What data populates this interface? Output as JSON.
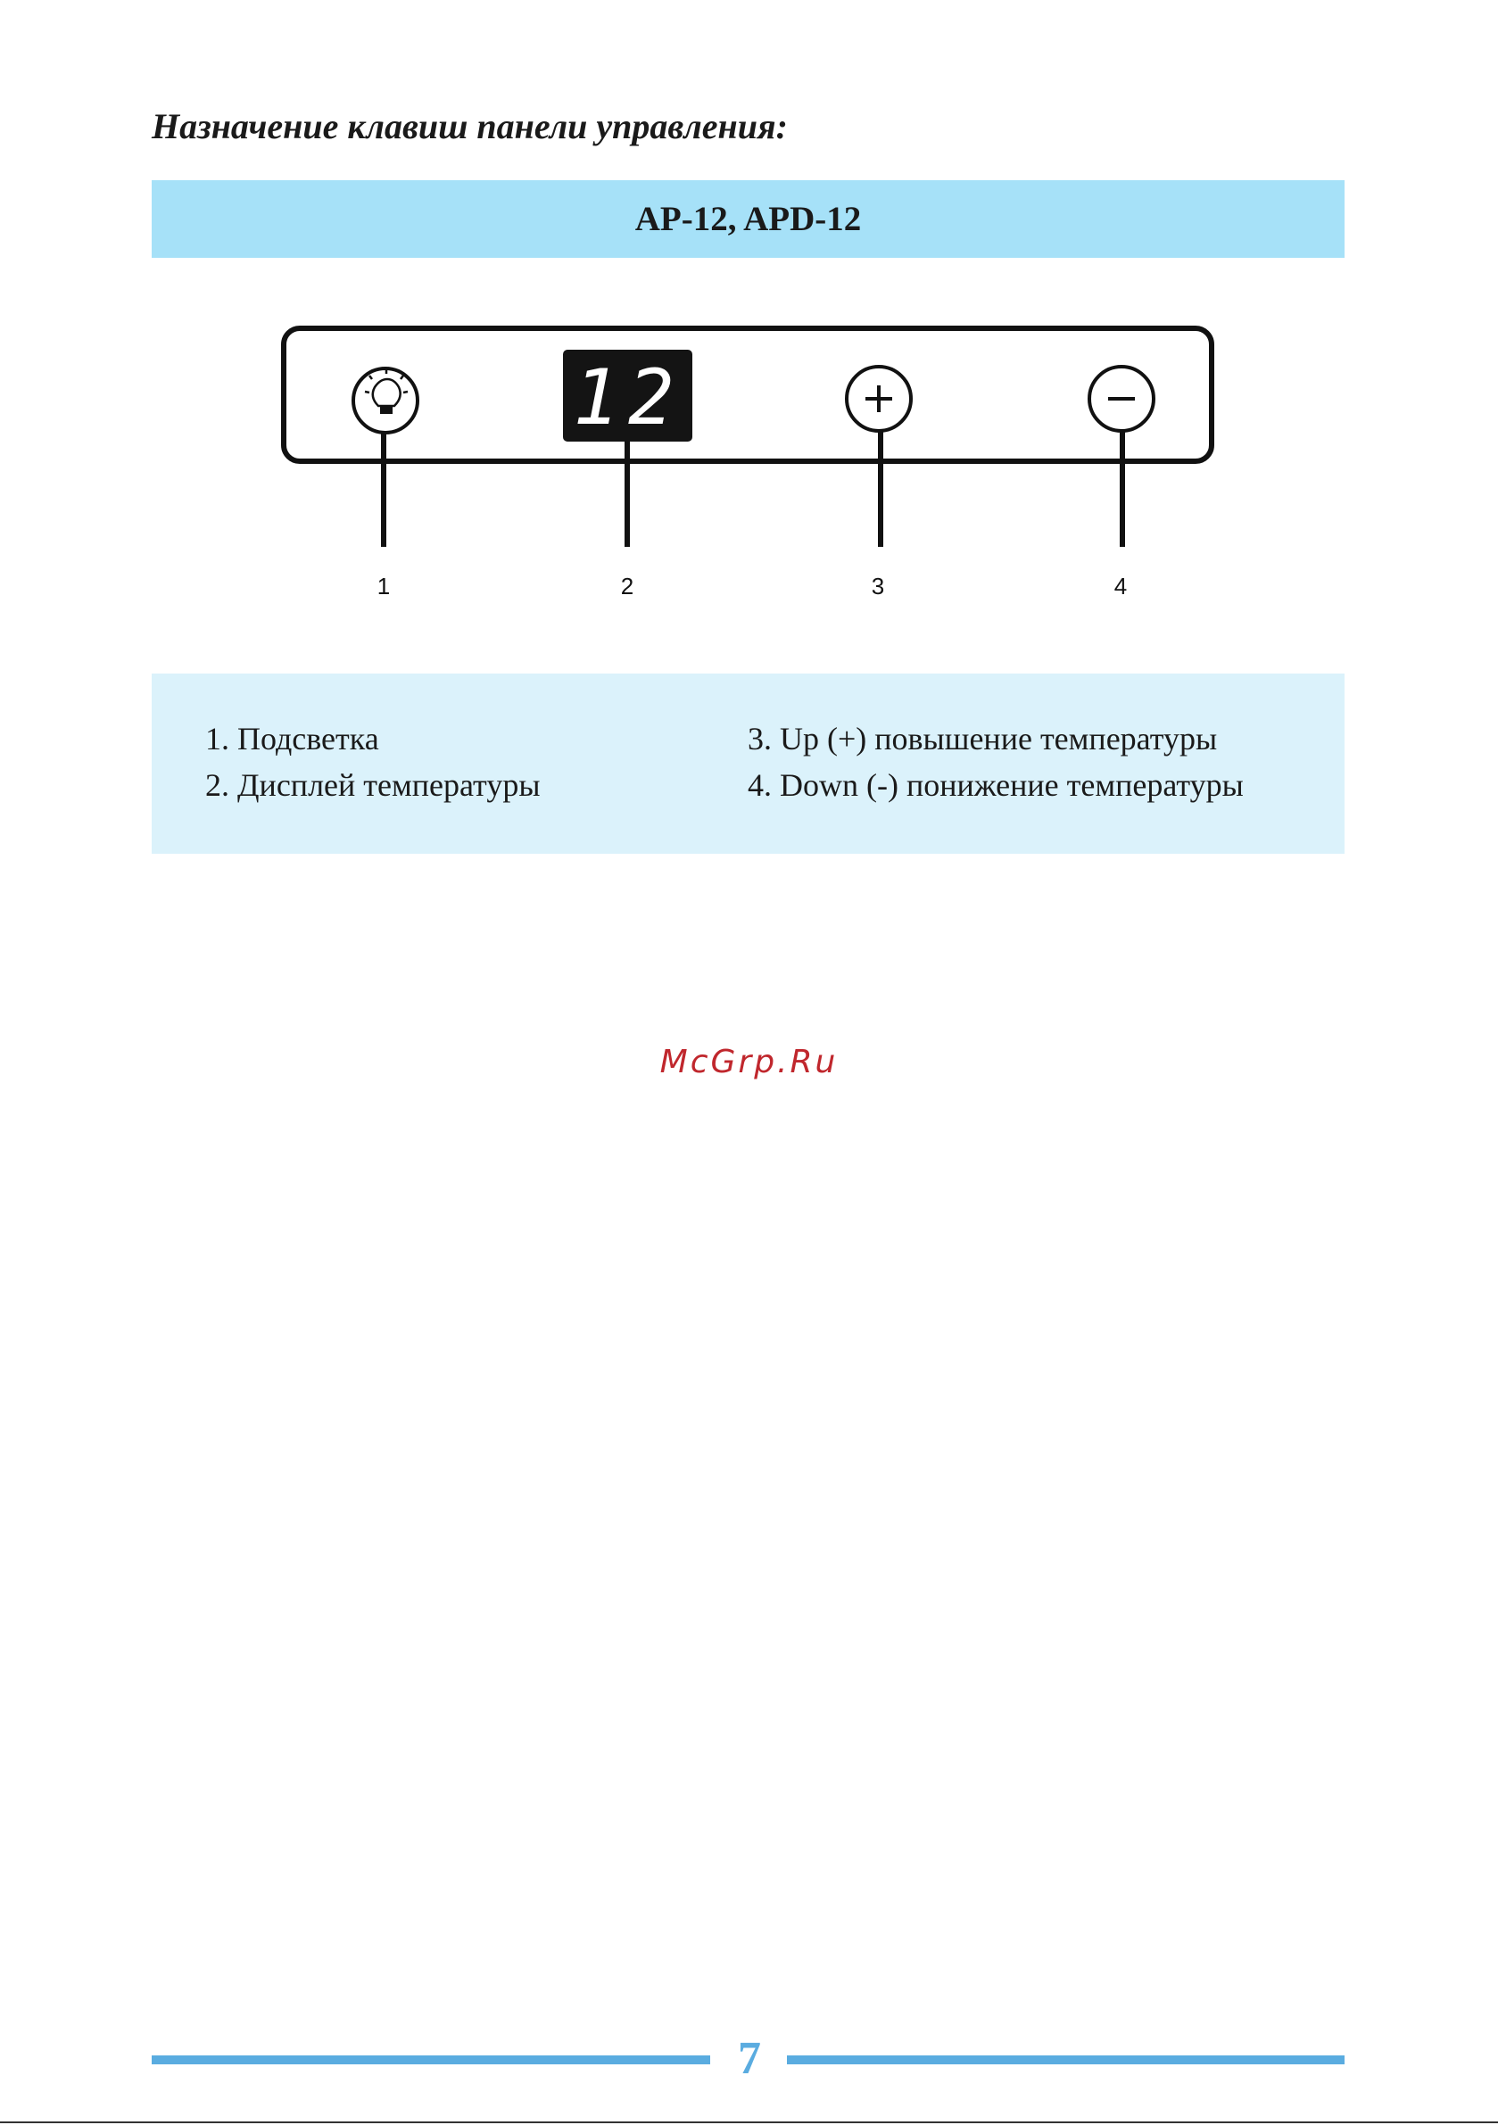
{
  "heading": "Назначение клавиш панели управления:",
  "model": "AP-12, APD-12",
  "panel": {
    "display_value": "12",
    "buttons": [
      {
        "icon": "lightbulb-icon"
      },
      {
        "icon": "plus-icon"
      },
      {
        "icon": "minus-icon"
      }
    ],
    "labels": [
      "1",
      "2",
      "3",
      "4"
    ]
  },
  "legend": {
    "item1": "1. Подсветка",
    "item2": "2. Дисплей температуры",
    "item3": "3. Up (+) повышение температуры",
    "item4": "4. Down (-) понижение температуры"
  },
  "watermark": "McGrp.Ru",
  "page_number": "7",
  "colors": {
    "model_bar": "#a6e1f8",
    "legend_bg": "#dbf2fb",
    "footer_accent": "#5aace0",
    "watermark": "#c0272d"
  }
}
